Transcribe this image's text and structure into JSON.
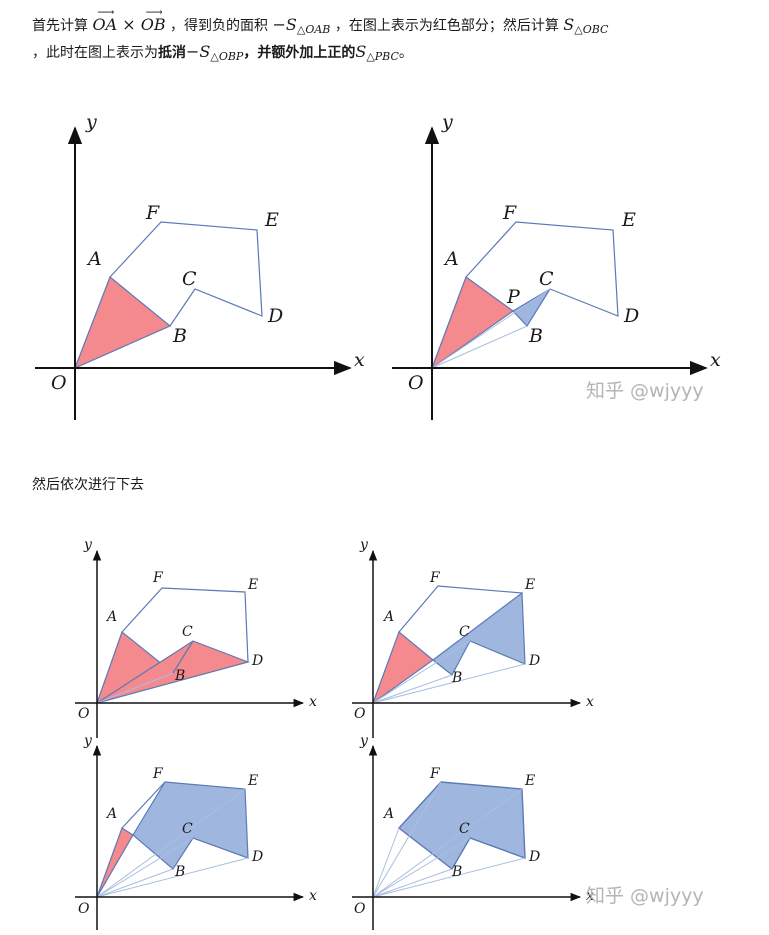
{
  "text": {
    "p1_a": "首先计算 ",
    "vec_oa": "OA",
    "times": " × ",
    "vec_ob": "OB",
    "p1_b": " ，得到负的面积 ",
    "neg_s": "−S",
    "sub_oab": "△OAB",
    "p1_c": " ，在图上表示为红色部分；然后计算 ",
    "s": "S",
    "sub_obc": "△OBC",
    "p1_d": " ，此时在图上表示为",
    "bold_1": "抵消",
    "neg_s2": "−S",
    "sub_obp": "△OBP",
    "p1_e": "，",
    "bold_2": "并额外加上正的",
    "s2": "S",
    "sub_pbc": "△PBC",
    "p1_f": "。",
    "p2": "然后依次进行下去"
  },
  "figure": {
    "axis_x": "x",
    "axis_y": "y",
    "origin": "O",
    "points": [
      "A",
      "B",
      "C",
      "D",
      "E",
      "F"
    ],
    "intersection": "P",
    "watermark": "知乎 @wjyyy"
  },
  "colors": {
    "negative_fill": "#f4898e",
    "positive_fill": "#9fb6df",
    "outline": "#5b7ab5",
    "ray": "#a9bfe0",
    "axis": "#111111"
  }
}
